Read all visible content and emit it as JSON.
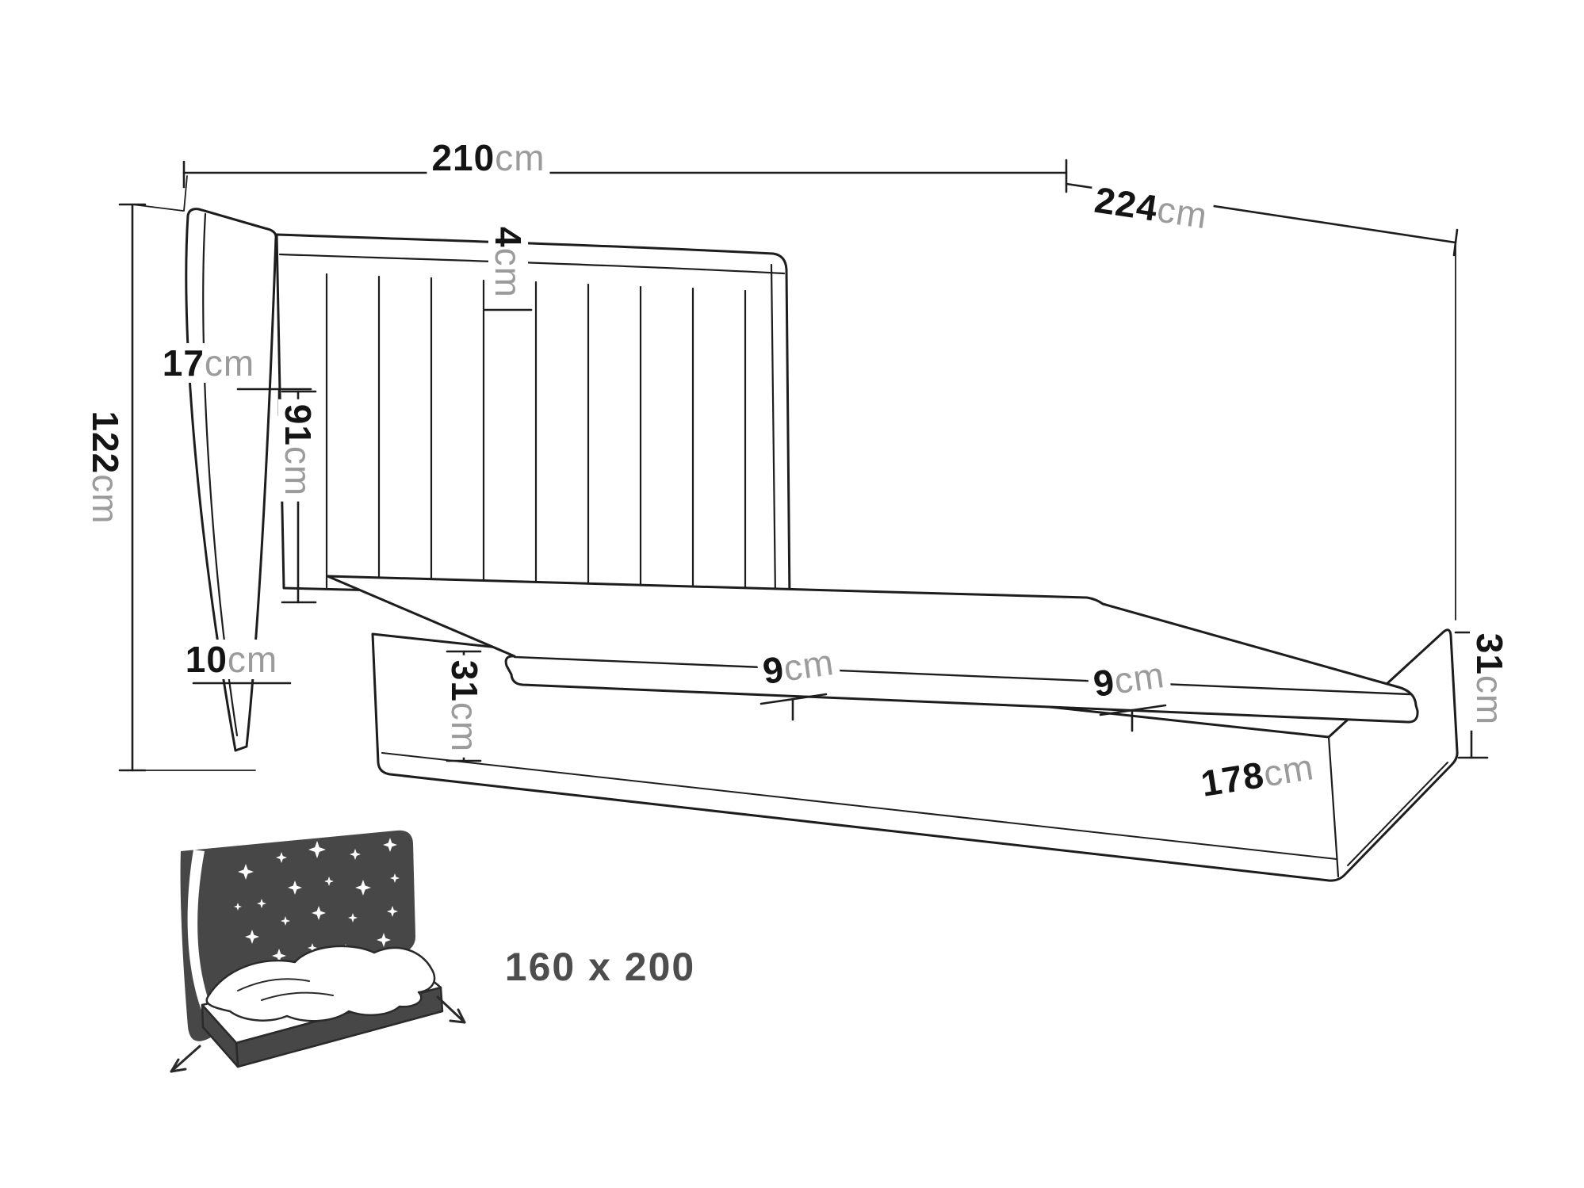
{
  "diagram": {
    "type": "furniture-dimension-diagram",
    "subject": "upholstered storage bed with winged channel-tufted headboard",
    "colors": {
      "line": "#1d1d1d",
      "value_text": "#141414",
      "unit_text": "#9b9b9b",
      "inset_dark": "#474747",
      "background": "#ffffff"
    },
    "dims": {
      "width_top": {
        "value": "210",
        "unit": "cm"
      },
      "depth_top": {
        "value": "224",
        "unit": "cm"
      },
      "headboard_top_rail": {
        "value": "4",
        "unit": "cm"
      },
      "wing_width": {
        "value": "17",
        "unit": "cm"
      },
      "headboard_panel_height": {
        "value": "91",
        "unit": "cm"
      },
      "total_height": {
        "value": "122",
        "unit": "cm"
      },
      "bottom_clearance": {
        "value": "10",
        "unit": "cm"
      },
      "base_height_left": {
        "value": "31",
        "unit": "cm"
      },
      "lip_middle": {
        "value": "9",
        "unit": "cm"
      },
      "lip_right": {
        "value": "9",
        "unit": "cm"
      },
      "base_height_right": {
        "value": "31",
        "unit": "cm"
      },
      "foot_width": {
        "value": "178",
        "unit": "cm"
      }
    },
    "inset": {
      "mattress_size": "160 x 200"
    }
  }
}
